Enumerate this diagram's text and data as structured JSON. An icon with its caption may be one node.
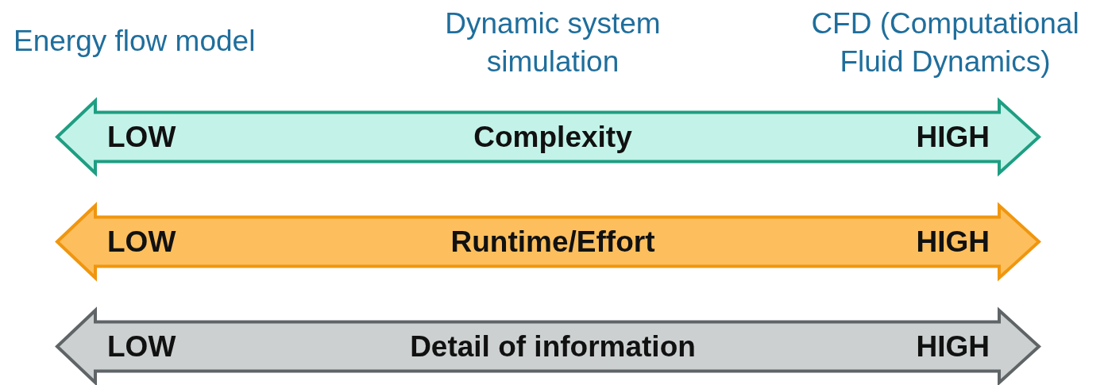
{
  "diagram": {
    "nodes": [
      {
        "text": [
          "LOW",
          "Complexity",
          "HIGH"
        ]
      },
      {
        "text": [
          "LOW",
          "Runtime/Effort",
          "HIGH"
        ]
      },
      {
        "text": [
          "LOW",
          "Detail of information",
          "HIGH"
        ]
      }
    ],
    "labels": [
      "Energy flow model",
      "Dynamic system simulation",
      "CFD (Computational Fluid Dynamics)"
    ]
  }
}
